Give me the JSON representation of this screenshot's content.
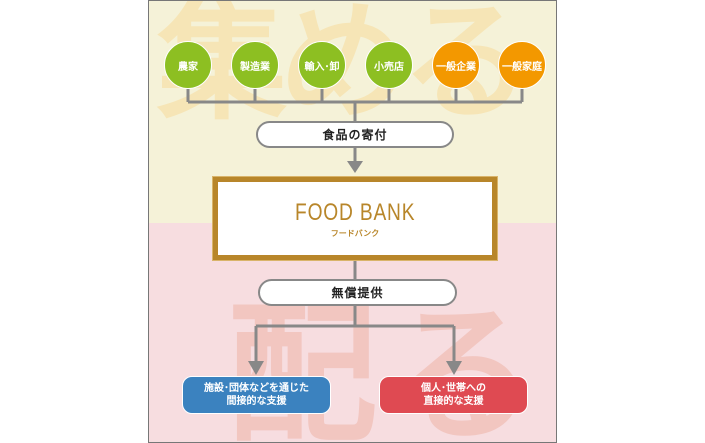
{
  "watermarks": {
    "collect": "集める",
    "distribute": "配る"
  },
  "sources": [
    {
      "label": "農家",
      "type": "green"
    },
    {
      "label": "製造業",
      "type": "green"
    },
    {
      "label": "輸入･卸",
      "type": "green"
    },
    {
      "label": "小売店",
      "type": "green"
    },
    {
      "label": "一般企業",
      "type": "orange"
    },
    {
      "label": "一般家庭",
      "type": "orange"
    }
  ],
  "donation_label": "食品の寄付",
  "food_bank": {
    "title": "FOOD BANK",
    "subtitle": "フードバンク"
  },
  "provision_label": "無償提供",
  "destinations": {
    "indirect": {
      "line1": "施設･団体などを通じた",
      "line2": "間接的な支援"
    },
    "direct": {
      "line1": "個人･世帯への",
      "line2": "直接的な支援"
    }
  },
  "colors": {
    "green": "#8dbf22",
    "orange": "#f39800",
    "blue": "#3b82bf",
    "red": "#df4a52",
    "gold": "#b8862a"
  }
}
